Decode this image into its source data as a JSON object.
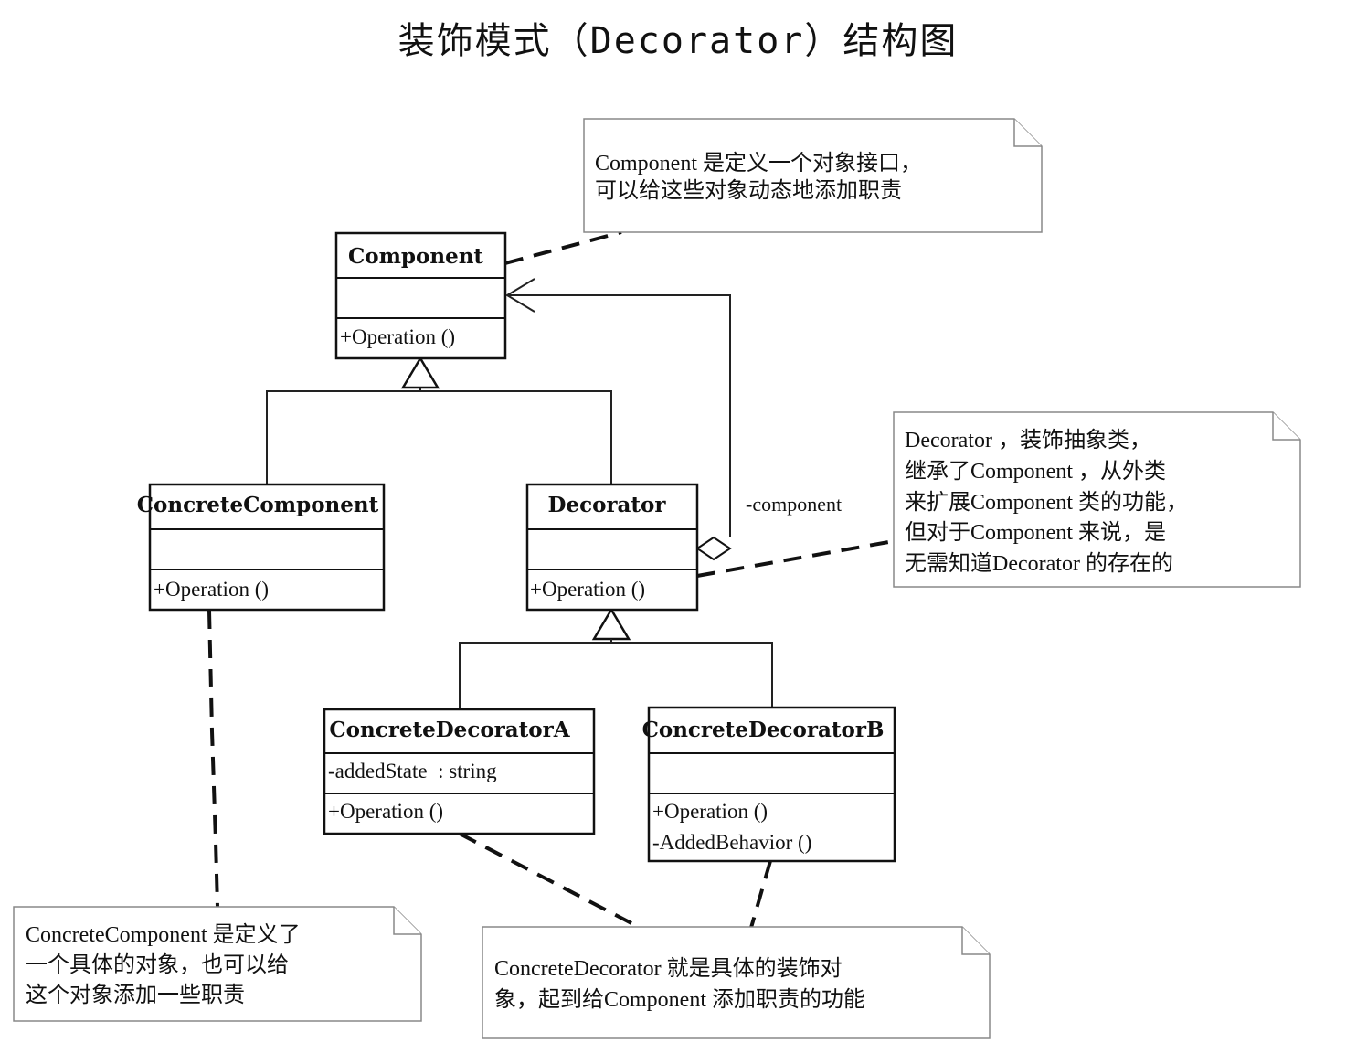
{
  "title": "装饰模式（Decorator）结构图",
  "classes": {
    "component": {
      "name": "Component",
      "attrs": [],
      "ops": [
        "+Operation ()"
      ]
    },
    "concrete_component": {
      "name": "ConcreteComponent",
      "attrs": [],
      "ops": [
        "+Operation ()"
      ]
    },
    "decorator": {
      "name": "Decorator",
      "attrs": [],
      "ops": [
        "+Operation ()"
      ]
    },
    "concrete_decorator_a": {
      "name": "ConcreteDecoratorA",
      "attrs": [
        "-addedState  : string"
      ],
      "ops": [
        "+Operation ()"
      ]
    },
    "concrete_decorator_b": {
      "name": "ConcreteDecoratorB",
      "attrs": [],
      "ops": [
        "+Operation ()",
        "-AddedBehavior ()"
      ]
    }
  },
  "association_role": "-component",
  "notes": {
    "component": [
      "Component 是定义一个对象接口，",
      "可以给这些对象动态地添加职责"
    ],
    "decorator": [
      "Decorator ，装饰抽象类，",
      "继承了Component ，从外类",
      "来扩展Component 类的功能，",
      "但对于Component 来说，是",
      "无需知道Decorator 的存在的"
    ],
    "concrete_component": [
      "ConcreteComponent 是定义了",
      "一个具体的对象，也可以给",
      "这个对象添加一些职责"
    ],
    "concrete_decorator": [
      "ConcreteDecorator 就是具体的装饰对",
      "象，起到给Component 添加职责的功能"
    ]
  }
}
